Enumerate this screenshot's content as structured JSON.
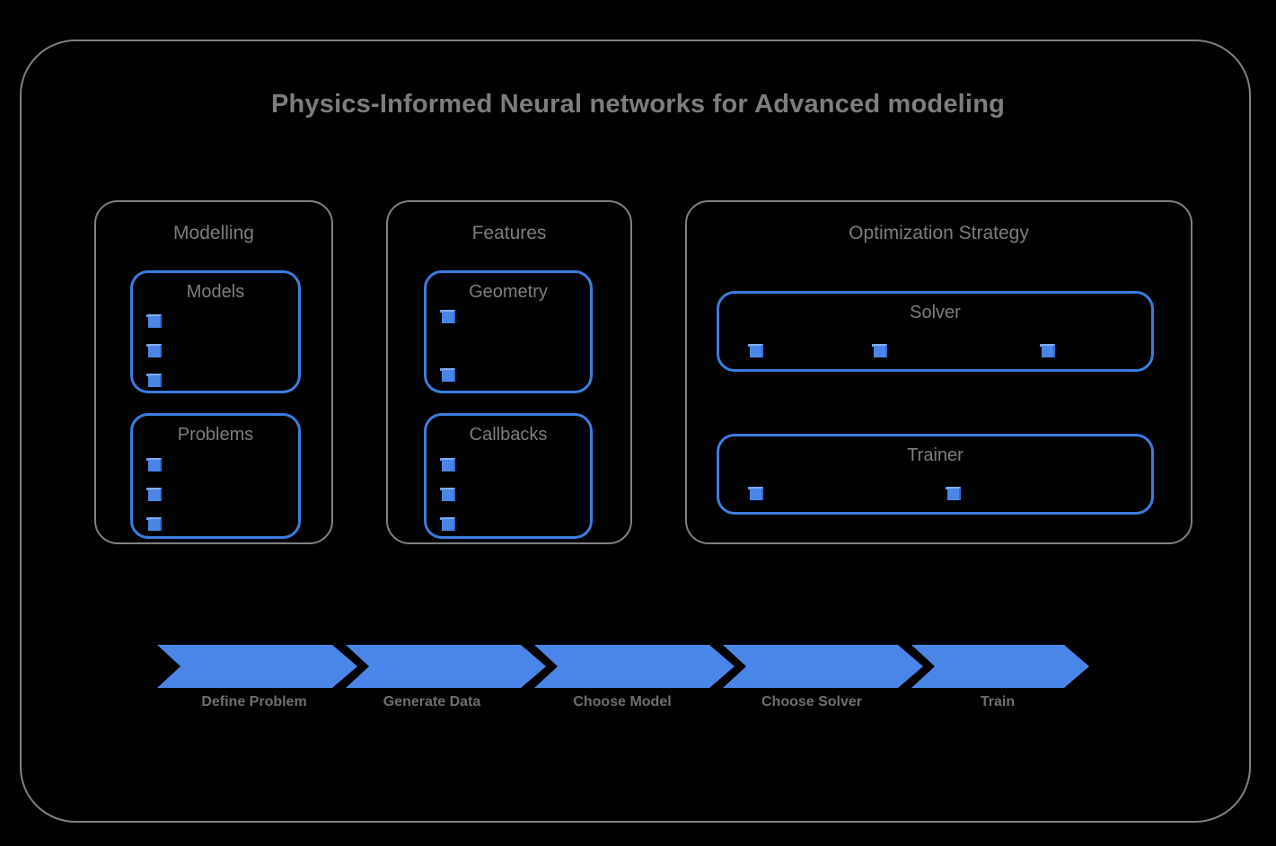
{
  "diagram": {
    "title": "Physics-Informed Neural networks for Advanced modeling",
    "colors": {
      "background": "#000000",
      "frame_border": "#808080",
      "title_text": "#7d7d7d",
      "accent_blue": "#4a86e8",
      "box_border_blue": "#3b7de0",
      "label_text": "#6e6e6e"
    },
    "groups": [
      {
        "id": "modelling",
        "label": "Modelling",
        "boxes": [
          {
            "id": "models",
            "label": "Models",
            "bullet_count": 3,
            "bullet_layout": "vertical"
          },
          {
            "id": "problems",
            "label": "Problems",
            "bullet_count": 3,
            "bullet_layout": "vertical"
          }
        ]
      },
      {
        "id": "features",
        "label": "Features",
        "boxes": [
          {
            "id": "geometry",
            "label": "Geometry",
            "bullet_count": 2,
            "bullet_layout": "vertical-spread"
          },
          {
            "id": "callbacks",
            "label": "Callbacks",
            "bullet_count": 3,
            "bullet_layout": "vertical"
          }
        ]
      },
      {
        "id": "optimization-strategy",
        "label": "Optimization Strategy",
        "boxes": [
          {
            "id": "solver",
            "label": "Solver",
            "bullet_count": 3,
            "bullet_layout": "horizontal"
          },
          {
            "id": "trainer",
            "label": "Trainer",
            "bullet_count": 2,
            "bullet_layout": "horizontal"
          }
        ]
      }
    ],
    "process_flow": {
      "steps": [
        {
          "id": "define-problem",
          "label": "Define Problem"
        },
        {
          "id": "generate-data",
          "label": "Generate Data"
        },
        {
          "id": "choose-model",
          "label": "Choose Model"
        },
        {
          "id": "choose-solver",
          "label": "Choose Solver"
        },
        {
          "id": "train",
          "label": "Train"
        }
      ]
    }
  }
}
